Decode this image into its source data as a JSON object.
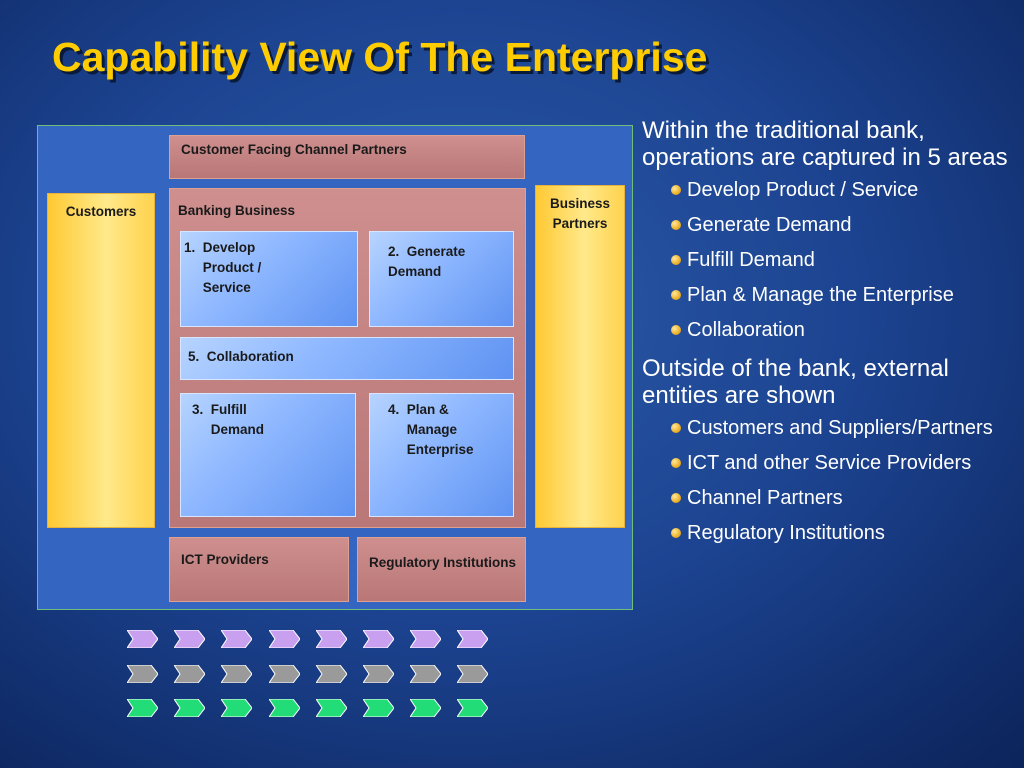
{
  "slide": {
    "title": "Capability View Of The Enterprise"
  },
  "diagram": {
    "channel_partners": "Customer Facing Channel Partners",
    "customers": "Customers",
    "business_partners": "Business\nPartners",
    "banking_business": "Banking Business",
    "areas": {
      "develop": "1.  Develop\n     Product /\n     Service",
      "generate": "2.  Generate\nDemand",
      "collaboration": "5.  Collaboration",
      "fulfill": "3.  Fulfill\n     Demand",
      "plan": "4.  Plan &\n     Manage\n     Enterprise"
    },
    "ict_providers": "ICT Providers",
    "regulatory": "Regulatory Institutions"
  },
  "bullets": {
    "inside_intro": "Within the traditional bank, operations are captured in 5 areas",
    "inside_items": [
      "Develop Product / Service",
      "Generate Demand",
      "Fulfill Demand",
      "Plan & Manage the Enterprise",
      "Collaboration"
    ],
    "outside_intro": "Outside of the bank, external entities are shown",
    "outside_items": [
      "Customers and Suppliers/Partners",
      "ICT and other Service Providers",
      "Channel Partners",
      "Regulatory Institutions"
    ]
  },
  "colors": {
    "title": "#ffcc00",
    "chevron_row_1": "#c9a0f0",
    "chevron_row_2": "#9a9a9a",
    "chevron_row_3": "#22dd77"
  },
  "decoration": {
    "chevron_rows": 3,
    "chevrons_per_row": 8
  }
}
